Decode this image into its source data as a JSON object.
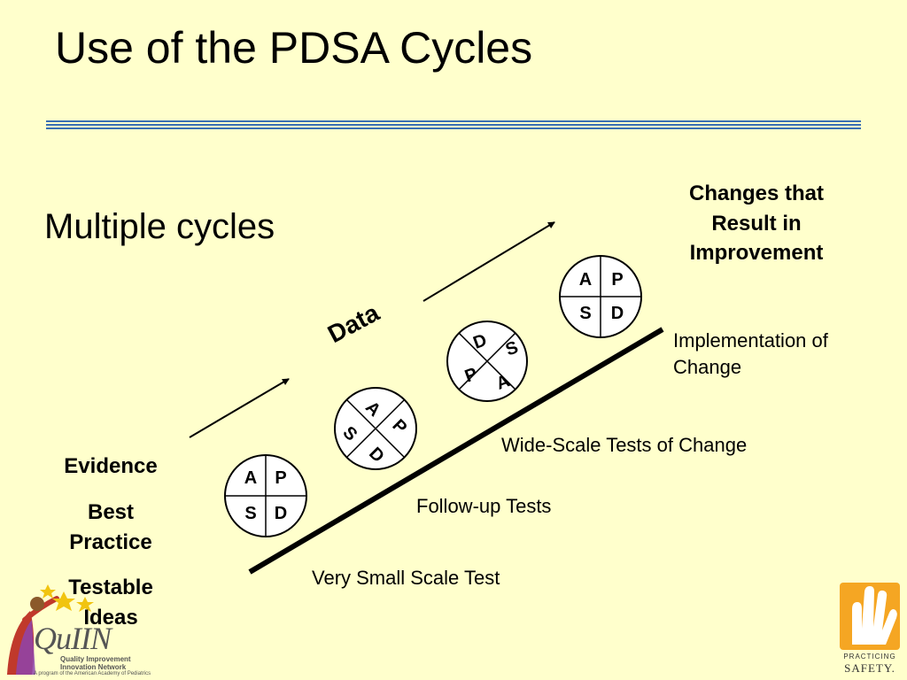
{
  "slide": {
    "title": "Use of the PDSA Cycles",
    "subtitle": "Multiple cycles"
  },
  "labels": {
    "changes_result": "Changes that Result in Improvement",
    "implementation": "Implementation of Change",
    "wide_scale": "Wide-Scale Tests of Change",
    "follow_up": "Follow-up Tests",
    "very_small": "Very Small Scale Test",
    "data": "Data",
    "evidence": "Evidence",
    "best_practice": "Best Practice",
    "testable_ideas": "Testable Ideas"
  },
  "cycles": [
    {
      "name": "cycle-1",
      "letters": [
        "A",
        "P",
        "S",
        "D"
      ]
    },
    {
      "name": "cycle-2",
      "letters": [
        "A",
        "P",
        "S",
        "D"
      ]
    },
    {
      "name": "cycle-3",
      "letters": [
        "D",
        "S",
        "P",
        "A"
      ]
    },
    {
      "name": "cycle-4",
      "letters": [
        "A",
        "P",
        "S",
        "D"
      ]
    }
  ],
  "logos": {
    "quiin": "QuIIN",
    "quiin_sub1": "Quality Improvement",
    "quiin_sub2": "Innovation Network",
    "quiin_tagline": "A program of the American Academy of Pediatrics",
    "ps_line1": "PRACTICING",
    "ps_line2": "SAFETY."
  },
  "colors": {
    "background": "#ffffcc",
    "rule": "#3a6fb3",
    "logo_orange": "#f5a623"
  }
}
